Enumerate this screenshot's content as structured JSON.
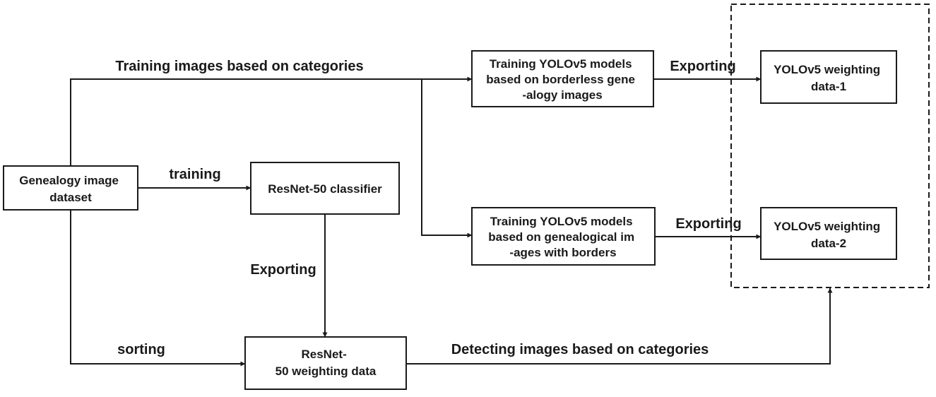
{
  "nodes": {
    "genealogy": {
      "lines": [
        "Genealogy image",
        "dataset"
      ]
    },
    "classifier": {
      "lines": [
        "ResNet-50 classifier"
      ]
    },
    "resnet_weights": {
      "lines": [
        "ResNet-",
        "50 weighting data"
      ]
    },
    "yolo_borderless": {
      "lines": [
        "Training YOLOv5 models",
        "based on borderless gene",
        "-alogy images"
      ]
    },
    "yolo_borders": {
      "lines": [
        "Training YOLOv5 models",
        "based on genealogical im",
        "-ages with borders"
      ]
    },
    "weights_1": {
      "lines": [
        "YOLOv5 weighting",
        "data-1"
      ]
    },
    "weights_2": {
      "lines": [
        "YOLOv5 weighting",
        "data-2"
      ]
    }
  },
  "edges": {
    "training_by_category": "Training images based on categories",
    "training": "training",
    "sorting": "sorting",
    "exporting_classifier": "Exporting",
    "exporting_1": "Exporting",
    "exporting_2": "Exporting",
    "detecting": "Detecting images based on categories"
  }
}
